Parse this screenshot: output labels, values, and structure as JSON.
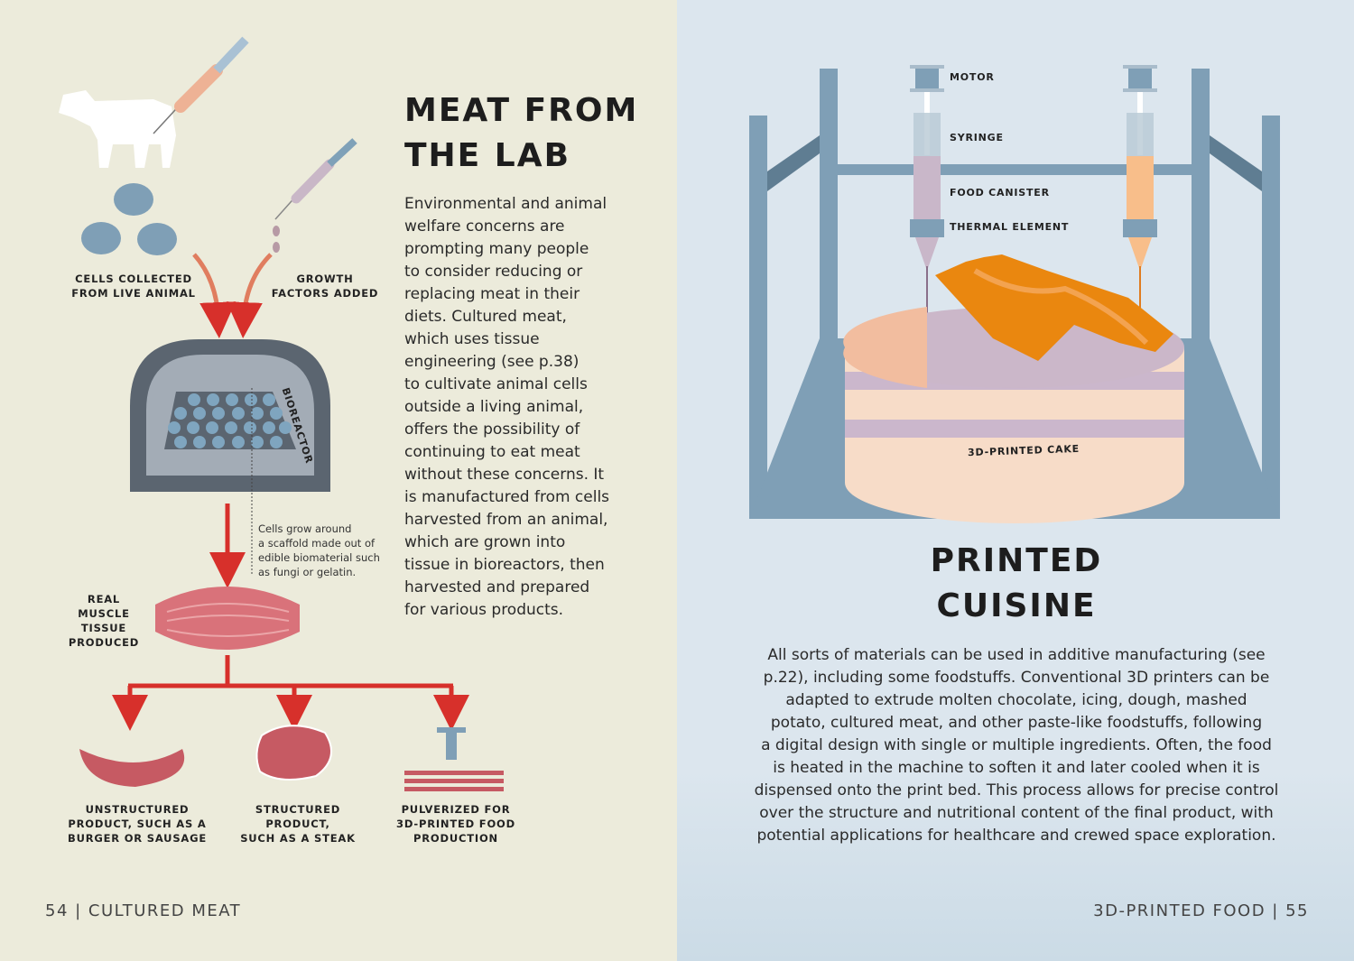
{
  "left_page": {
    "title_lines": [
      "MEAT FROM",
      "THE LAB"
    ],
    "body_lines": [
      "Environmental and animal",
      "welfare concerns are",
      "prompting many people",
      "to consider reducing or",
      "replacing meat in their",
      "diets. Cultured meat,",
      "which uses tissue",
      "engineering (see p.38)",
      "to cultivate animal cells",
      "outside a living animal,",
      "offers the possibility of",
      "continuing to eat meat",
      "without these concerns. It",
      "is manufactured from cells",
      "harvested from an animal,",
      "which are grown into",
      "tissue in bioreactors, then",
      "harvested and prepared",
      "for various products."
    ],
    "labels": {
      "cells_collected": [
        "CELLS COLLECTED",
        "FROM LIVE ANIMAL"
      ],
      "growth_factors": [
        "GROWTH",
        "FACTORS ADDED"
      ],
      "bioreactor": "BIOREACTOR",
      "scaffold_note": [
        "Cells grow around",
        "a scaffold made out of",
        "edible biomaterial such",
        "as fungi or gelatin."
      ],
      "muscle": [
        "REAL",
        "MUSCLE",
        "TISSUE",
        "PRODUCED"
      ],
      "unstructured": [
        "UNSTRUCTURED",
        "PRODUCT, SUCH AS A",
        "BURGER OR SAUSAGE"
      ],
      "structured": [
        "STRUCTURED",
        "PRODUCT,",
        "SUCH AS A STEAK"
      ],
      "pulverized": [
        "PULVERIZED FOR",
        "3D-PRINTED FOOD",
        "PRODUCTION"
      ]
    },
    "folio": "54 | CULTURED MEAT"
  },
  "right_page": {
    "title_lines": [
      "PRINTED",
      "CUISINE"
    ],
    "body_lines": [
      "All sorts of materials can be used in additive manufacturing (see",
      "p.22), including some foodstuffs. Conventional 3D printers can be",
      "adapted to extrude molten chocolate, icing, dough, mashed",
      "potato, cultured meat, and other paste-like foodstuffs, following",
      "a digital design with single or multiple ingredients. Often, the food",
      "is heated in the machine to soften it and later cooled when it is",
      "dispensed onto the print bed. This process allows for precise control",
      "over the structure and nutritional content of the final product, with",
      "potential applications for healthcare and crewed space exploration."
    ],
    "labels": {
      "motor": "MOTOR",
      "syringe": "SYRINGE",
      "food_canister": "FOOD CANISTER",
      "thermal_element": "THERMAL ELEMENT",
      "cake": "3D-PRINTED CAKE"
    },
    "folio": "3D-PRINTED FOOD | 55"
  },
  "colors": {
    "arrow_red": "#d7302b",
    "frame_blue": "#7f9fb6",
    "meat": "#c65a63",
    "bioreactor": "#5b6570"
  }
}
